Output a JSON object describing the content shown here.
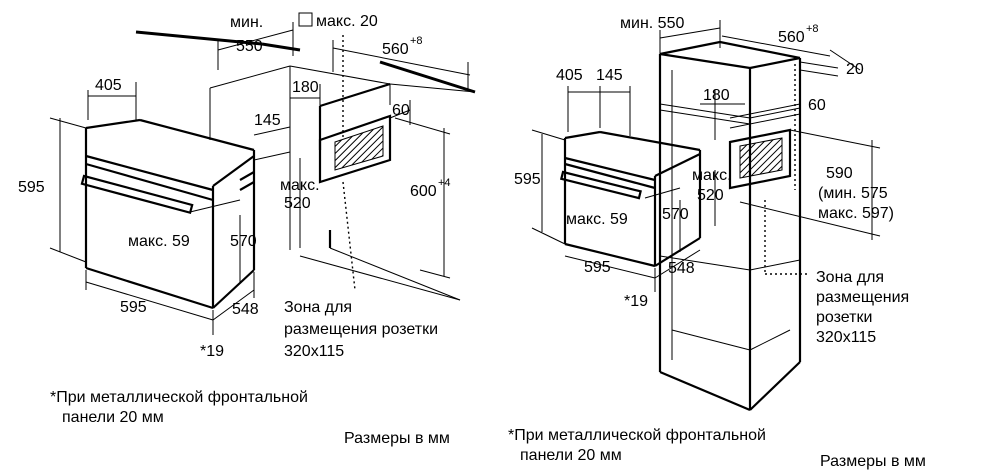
{
  "left": {
    "min_label": "мин.",
    "min_value": "550",
    "max_box_label": "макс. 20",
    "width_niche": "560",
    "width_niche_sup": "+8",
    "dim_405": "405",
    "dim_180": "180",
    "dim_145": "145",
    "dim_60": "60",
    "dim_595_h": "595",
    "dim_max520_label": "макс.",
    "dim_max520_value": "520",
    "dim_600": "600",
    "dim_600_sup": "+4",
    "dim_570": "570",
    "dim_max59": "макс. 59",
    "dim_595_w": "595",
    "dim_548": "548",
    "star19": "*19",
    "zone_line1": "Зона для",
    "zone_line2": "размещения розетки",
    "zone_line3": "320x115",
    "footnote_line1": "*При металлической фронтальной",
    "footnote_line2": "панели 20 мм",
    "units": "Размеры в мм"
  },
  "right": {
    "min_label": "мин. 550",
    "width_niche": "560",
    "width_niche_sup": "+8",
    "dim_20": "20",
    "dim_405": "405",
    "dim_145": "145",
    "dim_180": "180",
    "dim_60": "60",
    "dim_595_h": "595",
    "dim_max520_label": "макс.",
    "dim_max520_value": "520",
    "dim_590": "590",
    "dim_590_min": "(мин. 575",
    "dim_590_max": "макс. 597)",
    "dim_max59": "макс. 59",
    "dim_570": "570",
    "dim_595_w": "595",
    "dim_548": "548",
    "star19": "*19",
    "zone_line1": "Зона для",
    "zone_line2": "размещения",
    "zone_line3": "розетки",
    "zone_line4": "320x115",
    "footnote_line1": "*При металлической фронтальной",
    "footnote_line2": "панели 20 мм",
    "units": "Размеры в мм"
  }
}
